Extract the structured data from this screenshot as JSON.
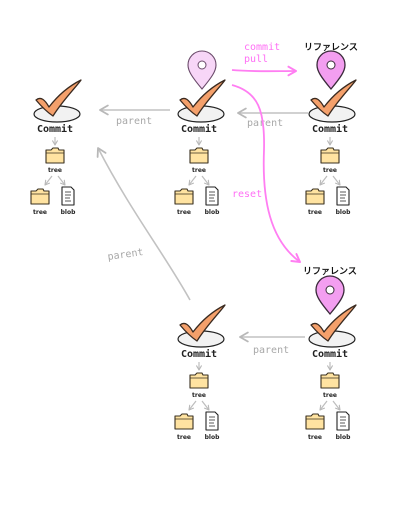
{
  "labels": {
    "commit": "Commit",
    "tree": "tree",
    "blob": "blob",
    "parent": "parent",
    "reference": "リファレンス",
    "commit_cmd": "commit",
    "pull_cmd": "pull",
    "reset_cmd": "reset"
  },
  "colors": {
    "check_fill": "#f4a06b",
    "check_stroke": "#3a2a20",
    "folder_fill": "#ffe3a1",
    "pin_dark_fill": "#f39ef0",
    "pin_light_fill": "#f7d6f7",
    "pink_arrow": "#ff7ef2",
    "gray_arrow": "#bdbdbd"
  },
  "icons": [
    "check-icon",
    "folder-icon",
    "file-icon",
    "map-pin-icon"
  ]
}
